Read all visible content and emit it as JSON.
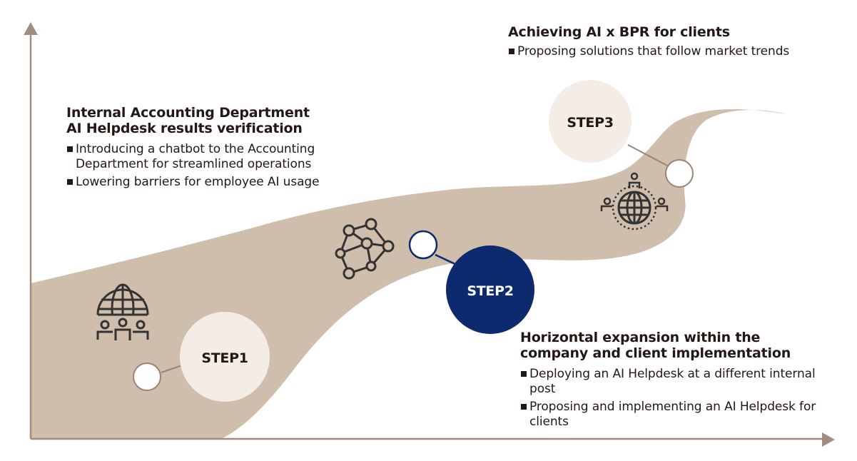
{
  "colors": {
    "ribbon": "#cfbeab",
    "axis": "#a08c80",
    "step_light_fill": "#f3ede6",
    "step2_fill": "#0d2a6e",
    "step2_outline": "#0d2a6e",
    "node_outline": "#9a8478",
    "text": "#231815",
    "icon": "#333333"
  },
  "axes": {
    "x_arrow": "right-arrow",
    "y_arrow": "up-arrow"
  },
  "steps": [
    {
      "id": "step1",
      "label": "STEP1",
      "icon": "globe-with-people-icon",
      "heading_lines": [
        "Internal Accounting Department",
        "AI Helpdesk results verification"
      ],
      "bullets": [
        "Introducing a chatbot to the Accounting Department for streamlined operations",
        "Lowering barriers for employee AI usage"
      ]
    },
    {
      "id": "step2",
      "label": "STEP2",
      "icon": "network-nodes-icon",
      "heading_lines": [
        "Horizontal expansion within the",
        "company and client implementation"
      ],
      "bullets": [
        "Deploying an AI Helpdesk at a different internal post",
        "Proposing and implementing an AI Helpdesk for clients"
      ]
    },
    {
      "id": "step3",
      "label": "STEP3",
      "icon": "global-network-people-icon",
      "heading_lines": [
        "Achieving AI x BPR for clients"
      ],
      "bullets": [
        "Proposing solutions that follow market trends"
      ]
    }
  ]
}
